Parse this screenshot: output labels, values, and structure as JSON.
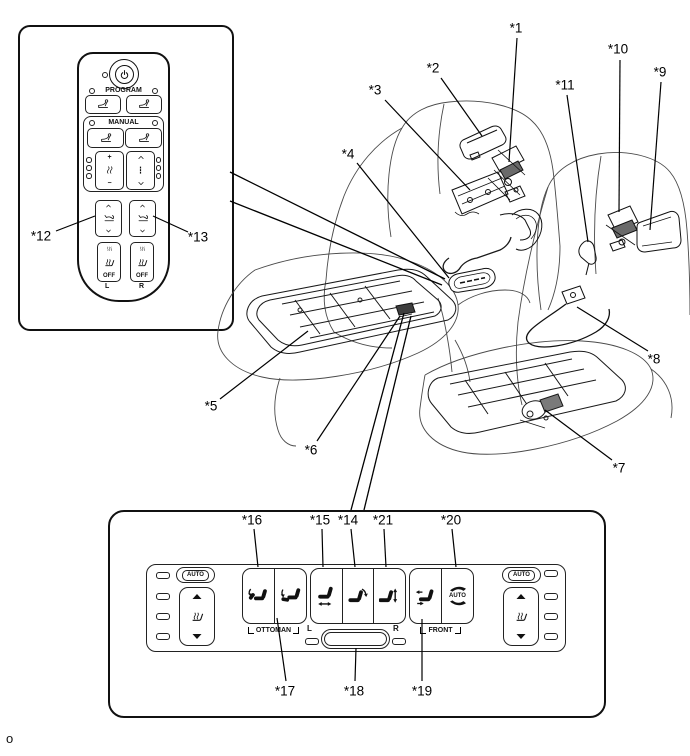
{
  "figure_note": "o",
  "colors": {
    "line": "#1a1a1a",
    "background": "#ffffff"
  },
  "callouts": {
    "c1": "*1",
    "c2": "*2",
    "c3": "*3",
    "c4": "*4",
    "c5": "*5",
    "c6": "*6",
    "c7": "*7",
    "c8": "*8",
    "c9": "*9",
    "c10": "*10",
    "c11": "*11",
    "c12": "*12",
    "c13": "*13",
    "c14": "*14",
    "c15": "*15",
    "c16": "*16",
    "c17": "*17",
    "c18": "*18",
    "c19": "*19",
    "c20": "*20",
    "c21": "*21"
  },
  "remote": {
    "program": "PROGRAM",
    "manual": "MANUAL",
    "plus": "+",
    "minus": "−",
    "off": "OFF",
    "left": "L",
    "right": "R"
  },
  "panel": {
    "auto": "AUTO",
    "ottoman": "OTTOMAN",
    "front": "FRONT",
    "left": "L",
    "right": "R"
  }
}
